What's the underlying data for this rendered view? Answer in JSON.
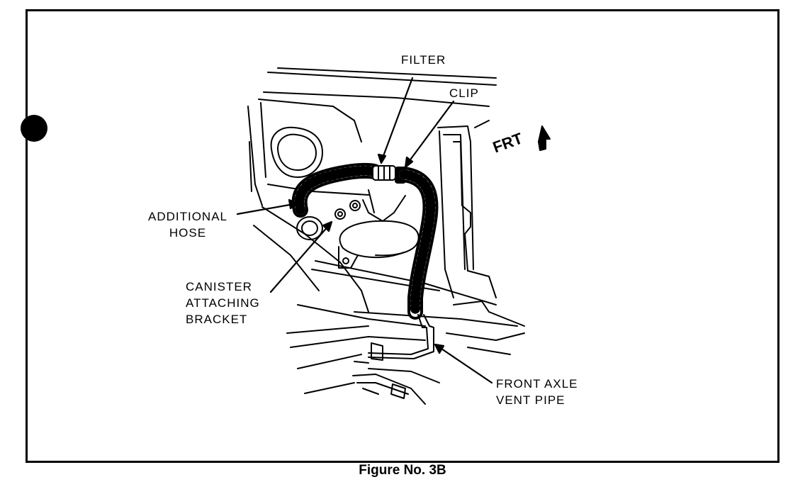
{
  "labels": {
    "filter": "FILTER",
    "clip": "CLIP",
    "frt": "FRT",
    "additional_hose": [
      "ADDITIONAL",
      "HOSE"
    ],
    "canister_bracket": [
      "CANISTER",
      "ATTACHING",
      "BRACKET"
    ],
    "front_axle_vent_pipe": [
      "FRONT AXLE",
      "VENT PIPE"
    ]
  },
  "caption": "Figure No. 3B",
  "colors": {
    "ink": "#000000",
    "paper": "#ffffff"
  }
}
